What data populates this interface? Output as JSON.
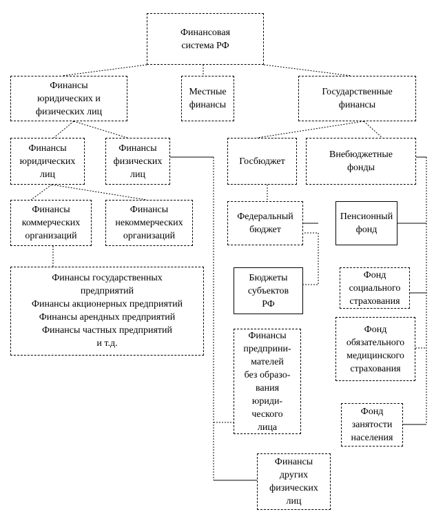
{
  "diagram": {
    "root": "Финансовая\nсистема РФ",
    "yur_fiz": "Финансы\nюридических и\nфизических лиц",
    "mestnye": "Местные\nфинансы",
    "gos": "Государственные\nфинансы",
    "fin_yur": "Финансы\nюридических\nлиц",
    "fin_fiz": "Финансы\nфизических\nлиц",
    "gosbudzhet": "Госбюджет",
    "vnebudzh": "Внебюджетные\nфонды",
    "kommerch": "Финансы\nкоммерческих\nорганизаций",
    "nekommerch": "Финансы\nнекоммерческих\nорганизаций",
    "federal": "Федеральный\nбюджет",
    "pension": "Пенсионный\nфонд",
    "enterprises": "Финансы государственных\nпредприятий\nФинансы акционерных предприятий\nФинансы арендных предприятий\nФинансы частных предприятий\nи т.д.",
    "subjects": "Бюджеты\nсубъектов\nРФ",
    "soc": "Фонд\nсоциального\nстрахования",
    "oms": "Фонд\nобязательного\nмедицинского\nстрахования",
    "predprin": "Финансы\nпредприни-\nмателей\nбез образо-\nвания\nюриди-\nческого\nлица",
    "zanyat": "Фонд\nзанятости\nнаселения",
    "drugie": "Финансы\nдругих\nфизических\nлиц"
  }
}
